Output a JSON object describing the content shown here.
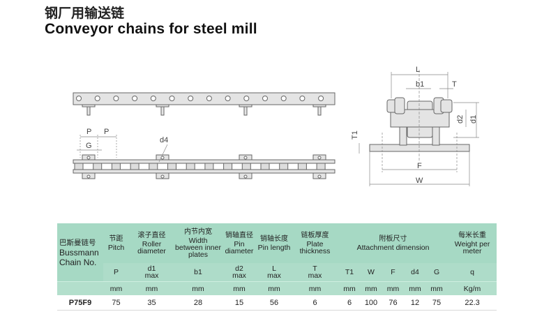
{
  "title_cn": "钢厂用输送链",
  "title_en": "Conveyor chains for steel mill",
  "drawing_labels": {
    "P1": "P",
    "P2": "P",
    "G": "G",
    "d4": "d4",
    "L": "L",
    "b1": "b1",
    "T": "T",
    "d2": "d2",
    "d1": "d1",
    "T1": "T1",
    "F": "F",
    "W": "W"
  },
  "table": {
    "chain_no_cn": "巴斯曼链号",
    "chain_no_en1": "Bussmann",
    "chain_no_en2": "Chain No.",
    "columns": [
      {
        "cn": "节距",
        "en": "Pitch",
        "sym": "P",
        "sym2": "",
        "unit": "mm",
        "value": "75"
      },
      {
        "cn": "滚子直径",
        "en": "Roller diameter",
        "sym": "d1",
        "sym2": "max",
        "unit": "mm",
        "value": "35"
      },
      {
        "cn": "内节内宽",
        "en": "Width between inner plates",
        "sym": "b1",
        "sym2": "",
        "unit": "mm",
        "value": "28"
      },
      {
        "cn": "销轴直径",
        "en": "Pin diameter",
        "sym": "d2",
        "sym2": "max",
        "unit": "mm",
        "value": "15"
      },
      {
        "cn": "销轴长度",
        "en": "Pin length",
        "sym": "L",
        "sym2": "max",
        "unit": "mm",
        "value": "56"
      },
      {
        "cn": "链板厚度",
        "en": "Plate thickness",
        "sym": "T",
        "sym2": "max",
        "unit": "mm",
        "value": "6"
      }
    ],
    "attachment": {
      "cn": "附板尺寸",
      "en": "Attachment dimension",
      "cols": [
        {
          "sym": "T1",
          "unit": "mm",
          "value": "6"
        },
        {
          "sym": "W",
          "unit": "mm",
          "value": "100"
        },
        {
          "sym": "F",
          "unit": "mm",
          "value": "76"
        },
        {
          "sym": "d4",
          "unit": "mm",
          "value": "12"
        },
        {
          "sym": "G",
          "unit": "mm",
          "value": "75"
        }
      ]
    },
    "weight": {
      "cn": "每米长重",
      "en": "Weight per meter",
      "sym": "q",
      "unit": "Kg/m",
      "value": "22.3"
    },
    "chain_no": "P75F9"
  }
}
